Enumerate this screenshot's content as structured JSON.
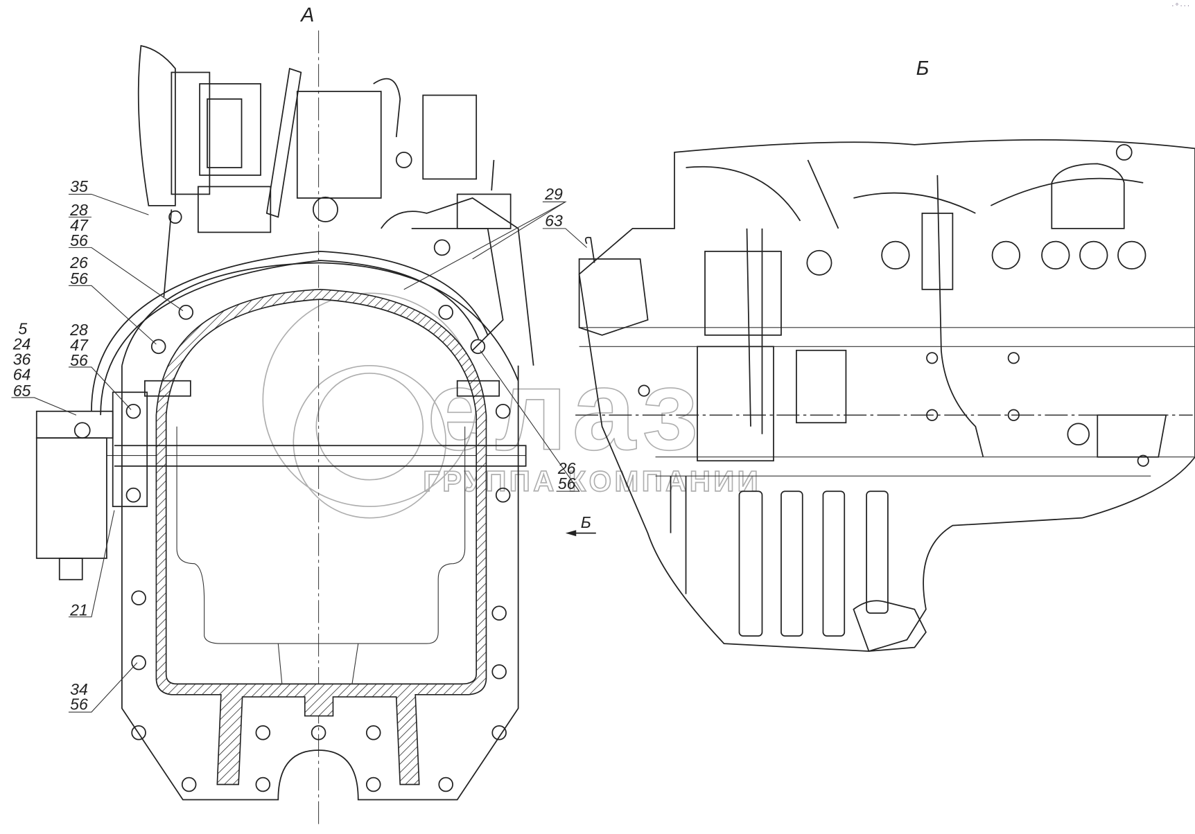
{
  "drawing": {
    "view_a_label": "А",
    "view_b_label": "Б",
    "direction_arrow_label": "Б",
    "callouts": [
      {
        "id": "c35",
        "lines": [
          "35"
        ]
      },
      {
        "id": "c28a",
        "lines": [
          "28",
          "47",
          "56"
        ]
      },
      {
        "id": "c26a",
        "lines": [
          "26",
          "56"
        ]
      },
      {
        "id": "c5",
        "lines": [
          "5",
          "24",
          "36",
          "64",
          "65"
        ]
      },
      {
        "id": "c28b",
        "lines": [
          "28",
          "47",
          "56"
        ]
      },
      {
        "id": "c21",
        "lines": [
          "21"
        ]
      },
      {
        "id": "c34",
        "lines": [
          "34",
          "56"
        ]
      },
      {
        "id": "c29",
        "lines": [
          "29"
        ]
      },
      {
        "id": "c63",
        "lines": [
          "63"
        ]
      },
      {
        "id": "c26b",
        "lines": [
          "26",
          "56"
        ]
      }
    ]
  },
  "watermark": {
    "logo_text": "белаз",
    "subtitle": "ГРУППА КОМПАНИИ"
  },
  "toolbar_marks": "·°···",
  "colors": {
    "line": "#222222",
    "watermark": "#9a9a9a"
  }
}
